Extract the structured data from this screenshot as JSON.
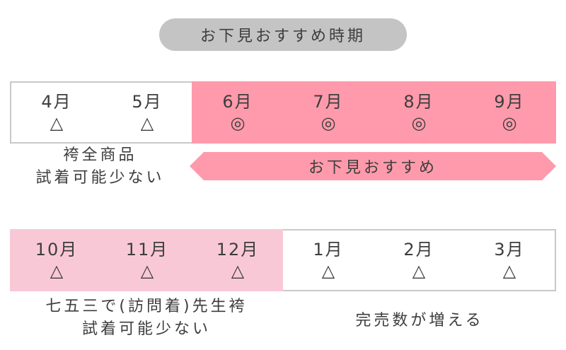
{
  "title": "お下見おすすめ時期",
  "row1": {
    "months": [
      {
        "label": "4月",
        "mark": "△"
      },
      {
        "label": "5月",
        "mark": "△"
      },
      {
        "label": "6月",
        "mark": "◎"
      },
      {
        "label": "7月",
        "mark": "◎"
      },
      {
        "label": "8月",
        "mark": "◎"
      },
      {
        "label": "9月",
        "mark": "◎"
      }
    ],
    "note_left": [
      "袴全商品",
      "試着可能少ない"
    ],
    "arrow_label": "お下見おすすめ"
  },
  "row2": {
    "months": [
      {
        "label": "10月",
        "mark": "△"
      },
      {
        "label": "11月",
        "mark": "△"
      },
      {
        "label": "12月",
        "mark": "△"
      },
      {
        "label": "1月",
        "mark": "△"
      },
      {
        "label": "2月",
        "mark": "△"
      },
      {
        "label": "3月",
        "mark": "△"
      }
    ],
    "note_left": [
      "七五三で(訪問着)先生袴",
      "試着可能少ない"
    ],
    "note_right": "完売数が増える"
  },
  "colors": {
    "recommended": "#fe9aab",
    "light_pink": "#f9c8d6",
    "border": "#c9c9c9",
    "pill": "#c4c4c4",
    "text": "#3d3d3d"
  }
}
